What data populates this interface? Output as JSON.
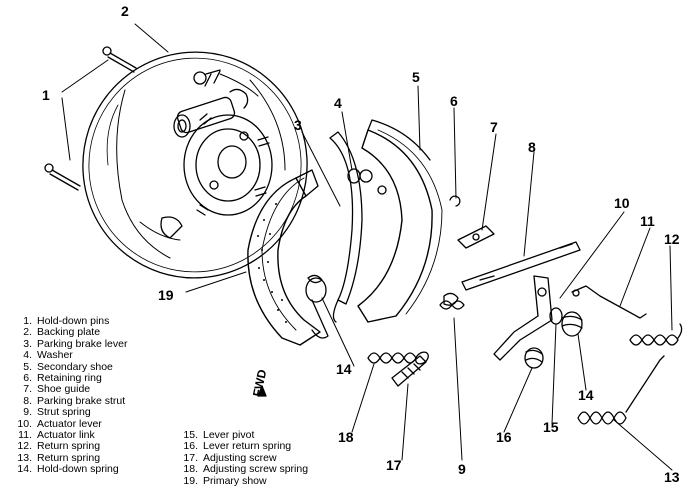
{
  "callouts": [
    "1",
    "2",
    "3",
    "4",
    "5",
    "6",
    "7",
    "8",
    "9",
    "10",
    "11",
    "12",
    "13",
    "14",
    "14",
    "15",
    "16",
    "17",
    "18",
    "19"
  ],
  "legend_left": [
    {
      "num": "1.",
      "label": "Hold-down pins"
    },
    {
      "num": "2.",
      "label": "Backing plate"
    },
    {
      "num": "3.",
      "label": "Parking brake lever"
    },
    {
      "num": "4.",
      "label": "Washer"
    },
    {
      "num": "5.",
      "label": "Secondary shoe"
    },
    {
      "num": "6.",
      "label": "Retaining ring"
    },
    {
      "num": "7.",
      "label": "Shoe guide"
    },
    {
      "num": "8.",
      "label": "Parking brake strut"
    },
    {
      "num": "9.",
      "label": "Strut spring"
    },
    {
      "num": "10.",
      "label": "Actuator lever"
    },
    {
      "num": "11.",
      "label": "Actuator link"
    },
    {
      "num": "12.",
      "label": "Return spring"
    },
    {
      "num": "13.",
      "label": "Return spring"
    },
    {
      "num": "14.",
      "label": "Hold-down spring"
    }
  ],
  "legend_right": [
    {
      "num": "15.",
      "label": "Lever pivot"
    },
    {
      "num": "16.",
      "label": "Lever return spring"
    },
    {
      "num": "17.",
      "label": "Adjusting screw"
    },
    {
      "num": "18.",
      "label": "Adjusting screw spring"
    },
    {
      "num": "19.",
      "label": "Primary show"
    }
  ],
  "direction_label": "FWD"
}
